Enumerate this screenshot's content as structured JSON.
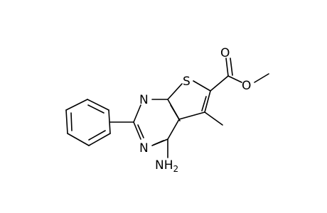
{
  "molecule": {
    "atoms": {
      "S": "S",
      "N1": "N",
      "N2": "N",
      "O_carbonyl": "O",
      "O_ester": "O",
      "amine_main": "NH",
      "amine_sub": "2"
    }
  }
}
